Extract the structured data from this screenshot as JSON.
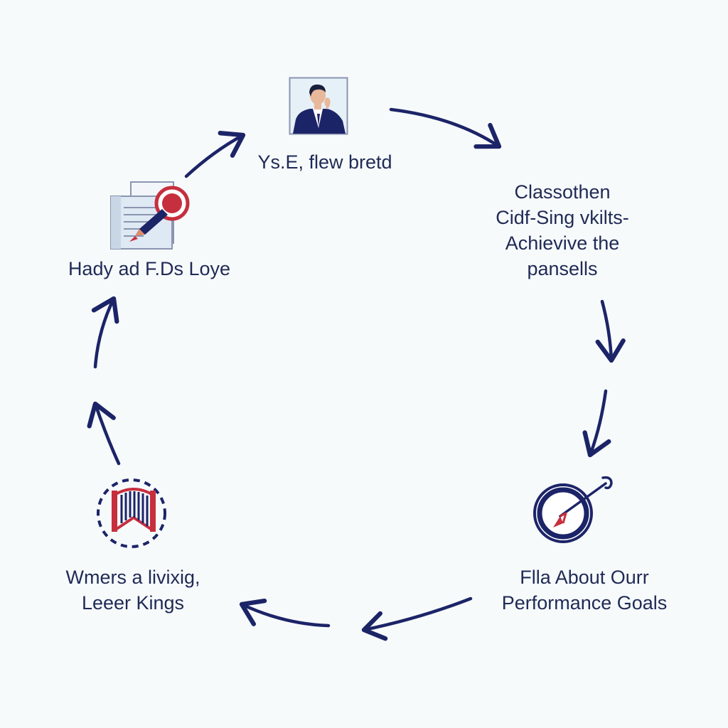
{
  "colors": {
    "background": "#f7fafb",
    "arrow": "#1c2468",
    "text": "#1f2a55",
    "accent_red": "#c62f3d",
    "icon_blue": "#1c2468"
  },
  "nodes": {
    "top": {
      "icon": "businessman-icon",
      "lines": [
        "Ys.E, flew bretd"
      ]
    },
    "right_top": {
      "icon": "none",
      "lines": [
        "Classothen",
        "Cidf-Sing vkilts-",
        "Achievive the",
        "pansells"
      ]
    },
    "right_bottom": {
      "icon": "target-dart-icon",
      "lines": [
        "Flla About Ourr",
        "Performance Goals"
      ]
    },
    "left_bottom": {
      "icon": "bridge-icon",
      "lines": [
        "Wmers a livixig,",
        "Leeer Kings"
      ]
    },
    "left_top": {
      "icon": "document-pen-icon",
      "lines": [
        "Hady ad F.Ds Loye"
      ]
    }
  }
}
